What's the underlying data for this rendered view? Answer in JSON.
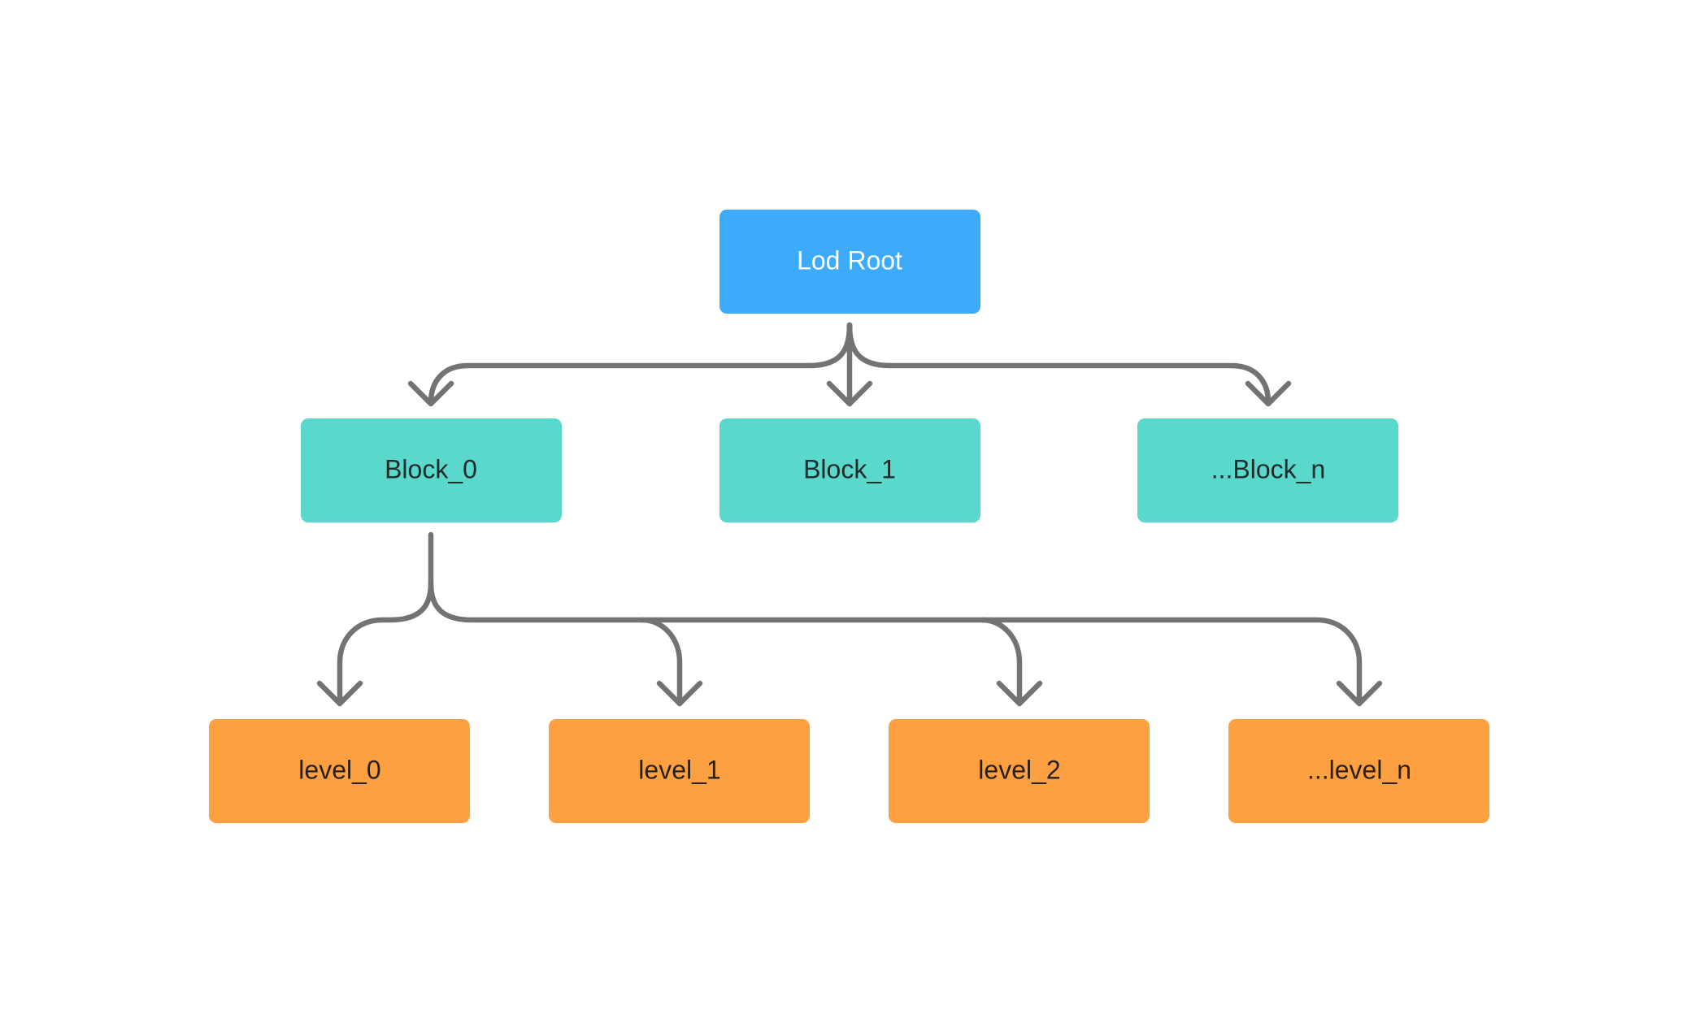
{
  "colors": {
    "root": "#3DAAFA",
    "root_text": "#FFFFFF",
    "block": "#5AD8CC",
    "block_text": "#1F2A2A",
    "level": "#FCA042",
    "level_text": "#2A1F14",
    "connector": "#737373",
    "background": "#FFFFFF"
  },
  "tree": {
    "root": {
      "label": "Lod Root"
    },
    "blocks": [
      {
        "label": "Block_0"
      },
      {
        "label": "Block_1"
      },
      {
        "label": "...Block_n"
      }
    ],
    "levels": [
      {
        "label": "level_0"
      },
      {
        "label": "level_1"
      },
      {
        "label": "level_2"
      },
      {
        "label": "...level_n"
      }
    ]
  }
}
